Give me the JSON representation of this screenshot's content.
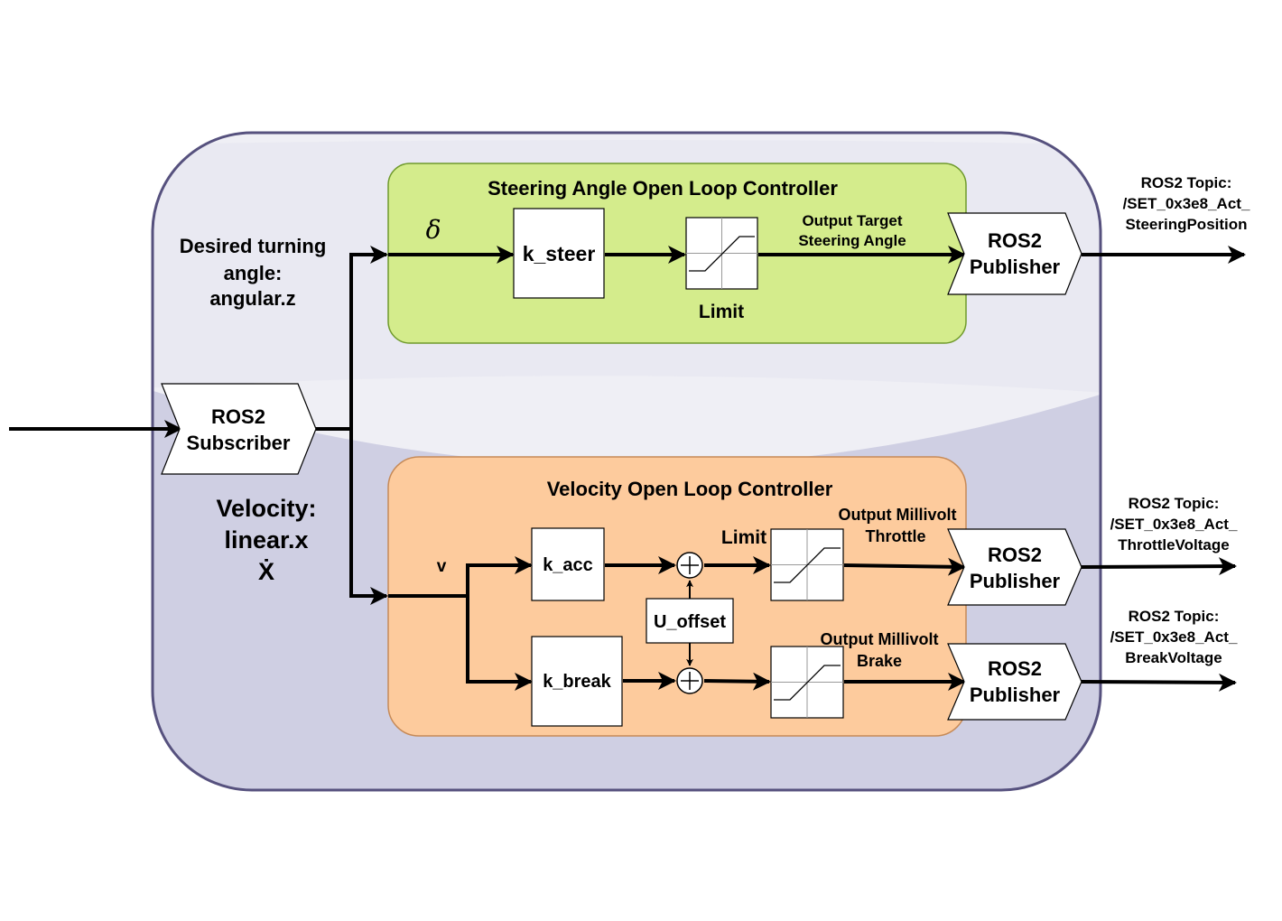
{
  "colors": {
    "outer_top": "#efeff5",
    "outer_bottom": "#cfcfe3",
    "outer_stroke": "#56517e",
    "steering_fill": "#d4ec8c",
    "steering_stroke": "#6f9a2c",
    "velocity_fill": "#fdcb9d",
    "velocity_stroke": "#c68a58"
  },
  "input_labels": {
    "turning": [
      "Desired turning",
      "angle:",
      "angular.z"
    ],
    "velocity": [
      "Velocity:",
      "linear.x",
      "Ẋ"
    ]
  },
  "subscriber": {
    "lines": [
      "ROS2",
      "Subscriber"
    ]
  },
  "steering": {
    "title": "Steering Angle Open Loop Controller",
    "delta": "δ",
    "gain": "k_steer",
    "limit_label": "Limit",
    "output_label": [
      "Output Target",
      "Steering Angle"
    ]
  },
  "velocity": {
    "title": "Velocity Open Loop Controller",
    "v_label": "v",
    "acc_gain": "k_acc",
    "break_gain": "k_break",
    "offset": "U_offset",
    "limit_label": "Limit",
    "throttle_label": [
      "Output Millivolt",
      "Throttle"
    ],
    "brake_label": [
      "Output Millivolt",
      "Brake"
    ]
  },
  "publishers": [
    {
      "lines": [
        "ROS2",
        "Publisher"
      ],
      "topic": [
        "ROS2 Topic:",
        "/SET_0x3e8_Act_",
        "SteeringPosition"
      ]
    },
    {
      "lines": [
        "ROS2",
        "Publisher"
      ],
      "topic": [
        "ROS2 Topic:",
        "/SET_0x3e8_Act_",
        "ThrottleVoltage"
      ]
    },
    {
      "lines": [
        "ROS2",
        "Publisher"
      ],
      "topic": [
        "ROS2 Topic:",
        "/SET_0x3e8_Act_",
        "BreakVoltage"
      ]
    }
  ]
}
